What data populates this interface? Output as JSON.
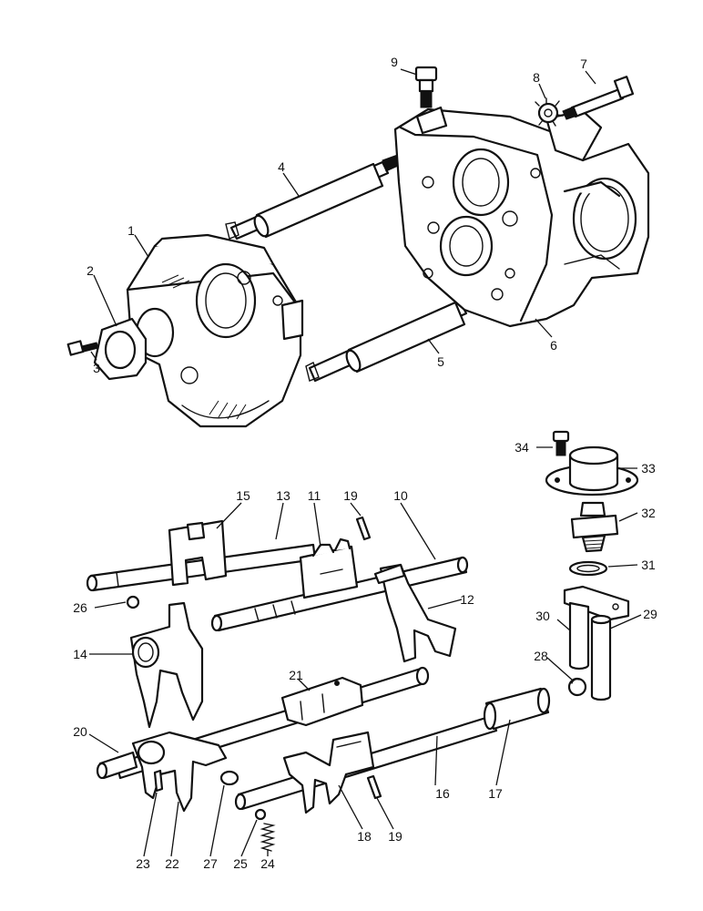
{
  "callouts": {
    "c1": "1",
    "c2": "2",
    "c3": "3",
    "c4": "4",
    "c5": "5",
    "c6": "6",
    "c7": "7",
    "c8": "8",
    "c9": "9",
    "c10": "10",
    "c11": "11",
    "c12": "12",
    "c13": "13",
    "c14": "14",
    "c15": "15",
    "c16": "16",
    "c17": "17",
    "c18": "18",
    "c19a": "19",
    "c19b": "19",
    "c20": "20",
    "c21": "21",
    "c22": "22",
    "c23": "23",
    "c24": "24",
    "c25": "25",
    "c26": "26",
    "c27": "27",
    "c28": "28",
    "c29": "29",
    "c30": "30",
    "c31": "31",
    "c32": "32",
    "c33": "33",
    "c34": "34"
  }
}
